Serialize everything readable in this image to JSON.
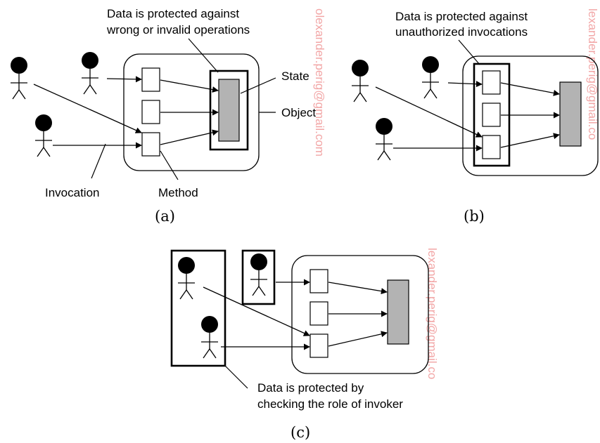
{
  "panels": {
    "a": {
      "caption": "(a)",
      "note_line1": "Data is protected against",
      "note_line2": "wrong or invalid operations",
      "state_label": "State",
      "object_label": "Object",
      "invocation_label": "Invocation",
      "method_label": "Method"
    },
    "b": {
      "caption": "(b)",
      "note_line1": "Data is protected against",
      "note_line2": "unauthorized invocations"
    },
    "c": {
      "caption": "(c)",
      "note_line1": "Data is protected by",
      "note_line2": "checking the role of invoker"
    }
  },
  "watermarks": {
    "a": "olexander.perig@gmail.com",
    "b": "lexander.perig@gmail.co",
    "c": "lexander.perig@gmail.co"
  },
  "colors": {
    "line": "#000000",
    "state_fill": "#b3b3b3",
    "watermark": "#f2a6a6"
  },
  "icons": {
    "actor": "stick-figure-icon"
  }
}
